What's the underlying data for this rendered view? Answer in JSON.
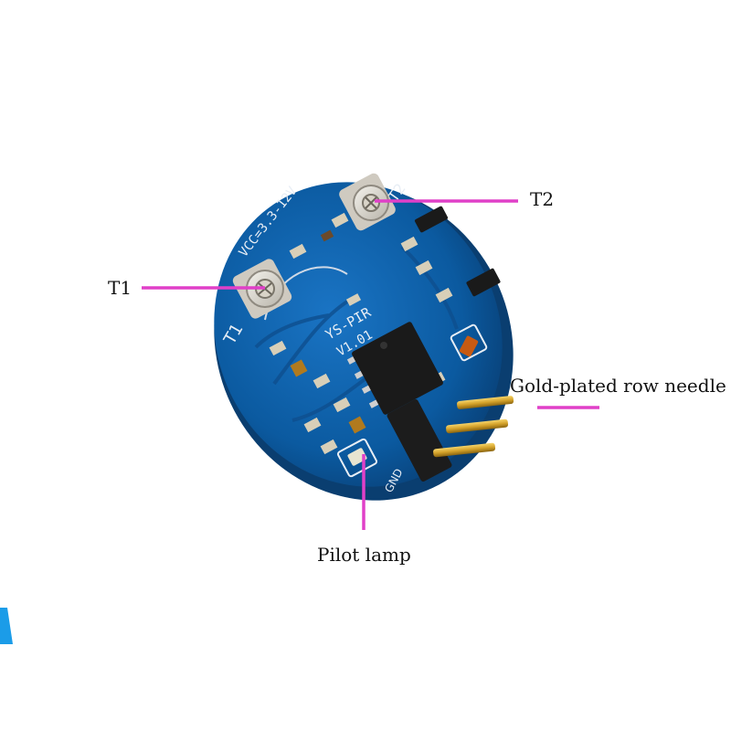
{
  "labels": {
    "t1": "T1",
    "t2": "T2",
    "pins": "Gold-plated row needle",
    "lamp": "Pilot lamp"
  },
  "board_silkscreen": {
    "voltage": "VCC=3.3-12V",
    "model": "YS-PIR",
    "version": "V1.01",
    "pot_left": "T1",
    "pot_right": "T2",
    "ground": "GND"
  },
  "colors": {
    "background": "#ffffff",
    "pcb": "#0b5aa0",
    "pcb_edge": "#0a3e70",
    "silkscreen": "#e8eef5",
    "callout_line": "#e040c8",
    "gold": "#d4a22a",
    "chip": "#1a1a1a",
    "accent_blue": "#1b9ce8"
  }
}
